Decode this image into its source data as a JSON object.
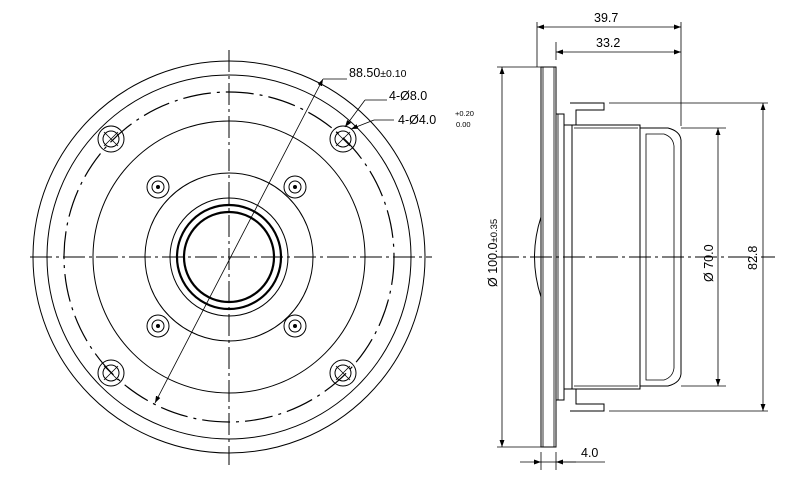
{
  "front_view": {
    "mounting_circle_dim": "88.50",
    "mounting_circle_tol": "±0.10",
    "hole_dim": "4-Ø8.0",
    "tapped_hole_dim": "4-Ø4.0",
    "tapped_hole_tol_upper": "+0.20",
    "tapped_hole_tol_lower": "0.00"
  },
  "side_view": {
    "overall_depth": "39.7",
    "body_depth": "33.2",
    "outer_diameter": "Ø 100.0",
    "outer_diameter_tol": "±0.35",
    "inner_diameter": "Ø 70.0",
    "body_diameter": "82.8",
    "flange_thickness": "4.0"
  }
}
